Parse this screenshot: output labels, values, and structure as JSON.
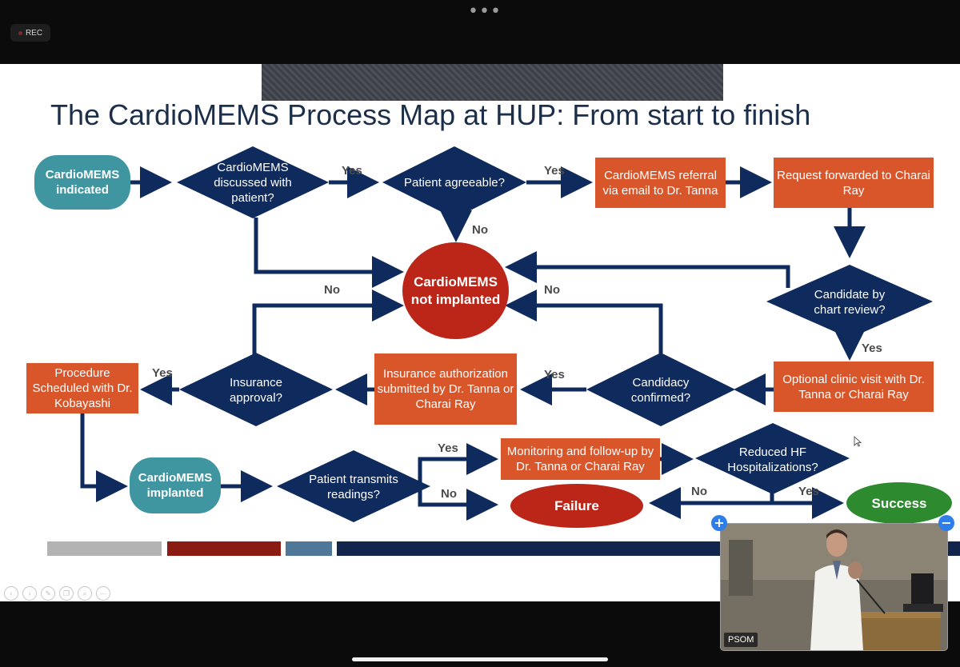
{
  "top_bar": {
    "menu_dots": "•••",
    "rec_label": "REC"
  },
  "slide": {
    "title": "The CardioMEMS Process Map at HUP: From start to finish",
    "nodes": {
      "cardiomems_indicated": "CardioMEMS indicated",
      "discussed": "CardioMEMS discussed with patient?",
      "agreeable": "Patient agreeable?",
      "referral": "CardioMEMS referral via email to Dr. Tanna",
      "request": "Request forwarded to Charai Ray",
      "not_implanted": "CardioMEMS not implanted",
      "candidate": "Candidate by chart review?",
      "clinic_visit": "Optional clinic visit with Dr. Tanna or Charai Ray",
      "candidacy": "Candidacy confirmed?",
      "insurance_auth": "Insurance authorization submitted by Dr. Tanna or Charai Ray",
      "insurance_approval": "Insurance approval?",
      "procedure": "Procedure Scheduled with Dr. Kobayashi",
      "implanted": "CardioMEMS implanted",
      "transmits": "Patient transmits readings?",
      "monitoring": "Monitoring and follow-up by Dr. Tanna or Charai Ray",
      "reduced_hf": "Reduced HF Hospitalizations?",
      "failure": "Failure",
      "success": "Success"
    },
    "edge_labels": {
      "yes_1": "Yes",
      "yes_2": "Yes",
      "no_agreeable": "No",
      "no_insurance": "No",
      "no_candidacy": "No",
      "yes_candidate": "Yes",
      "yes_candidacy": "Yes",
      "yes_insurance": "Yes",
      "yes_transmits": "Yes",
      "no_transmits": "No",
      "no_reduced": "No",
      "yes_reduced": "Yes"
    },
    "colors": {
      "navy": "#0f2a5c",
      "orange": "#d9552a",
      "teal": "#3f96a0",
      "red": "#bb2619",
      "green": "#2d8a2f",
      "title": "#1c2f4a"
    },
    "bottom_bar_colors": [
      "#b3b3b3",
      "#8b1a13",
      "#4f7797",
      "#12264d"
    ],
    "controls": [
      "prev-icon",
      "next-icon",
      "pen-icon",
      "copy-icon",
      "zoom-icon",
      "more-icon"
    ]
  },
  "video": {
    "participant_name": "PSOM",
    "add_label": "+",
    "minimize_label": "−"
  }
}
